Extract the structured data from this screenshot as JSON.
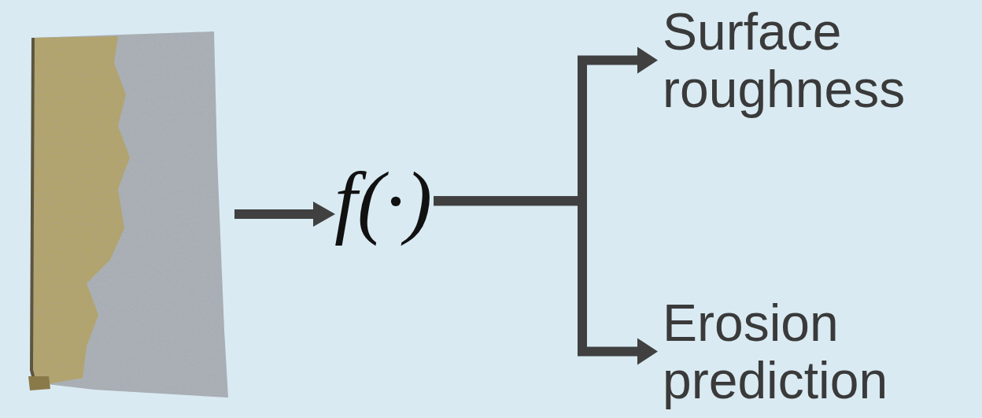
{
  "diagram": {
    "nodes": [
      {
        "text": [
          "f(·)"
        ]
      },
      {
        "text": [
          "Surface roughness"
        ]
      },
      {
        "text": [
          "Erosion prediction"
        ]
      }
    ],
    "edges": [
      {
        "from": 0,
        "to": 1,
        "arrow": "to"
      },
      {
        "from": 0,
        "to": 2,
        "arrow": "to"
      }
    ]
  }
}
